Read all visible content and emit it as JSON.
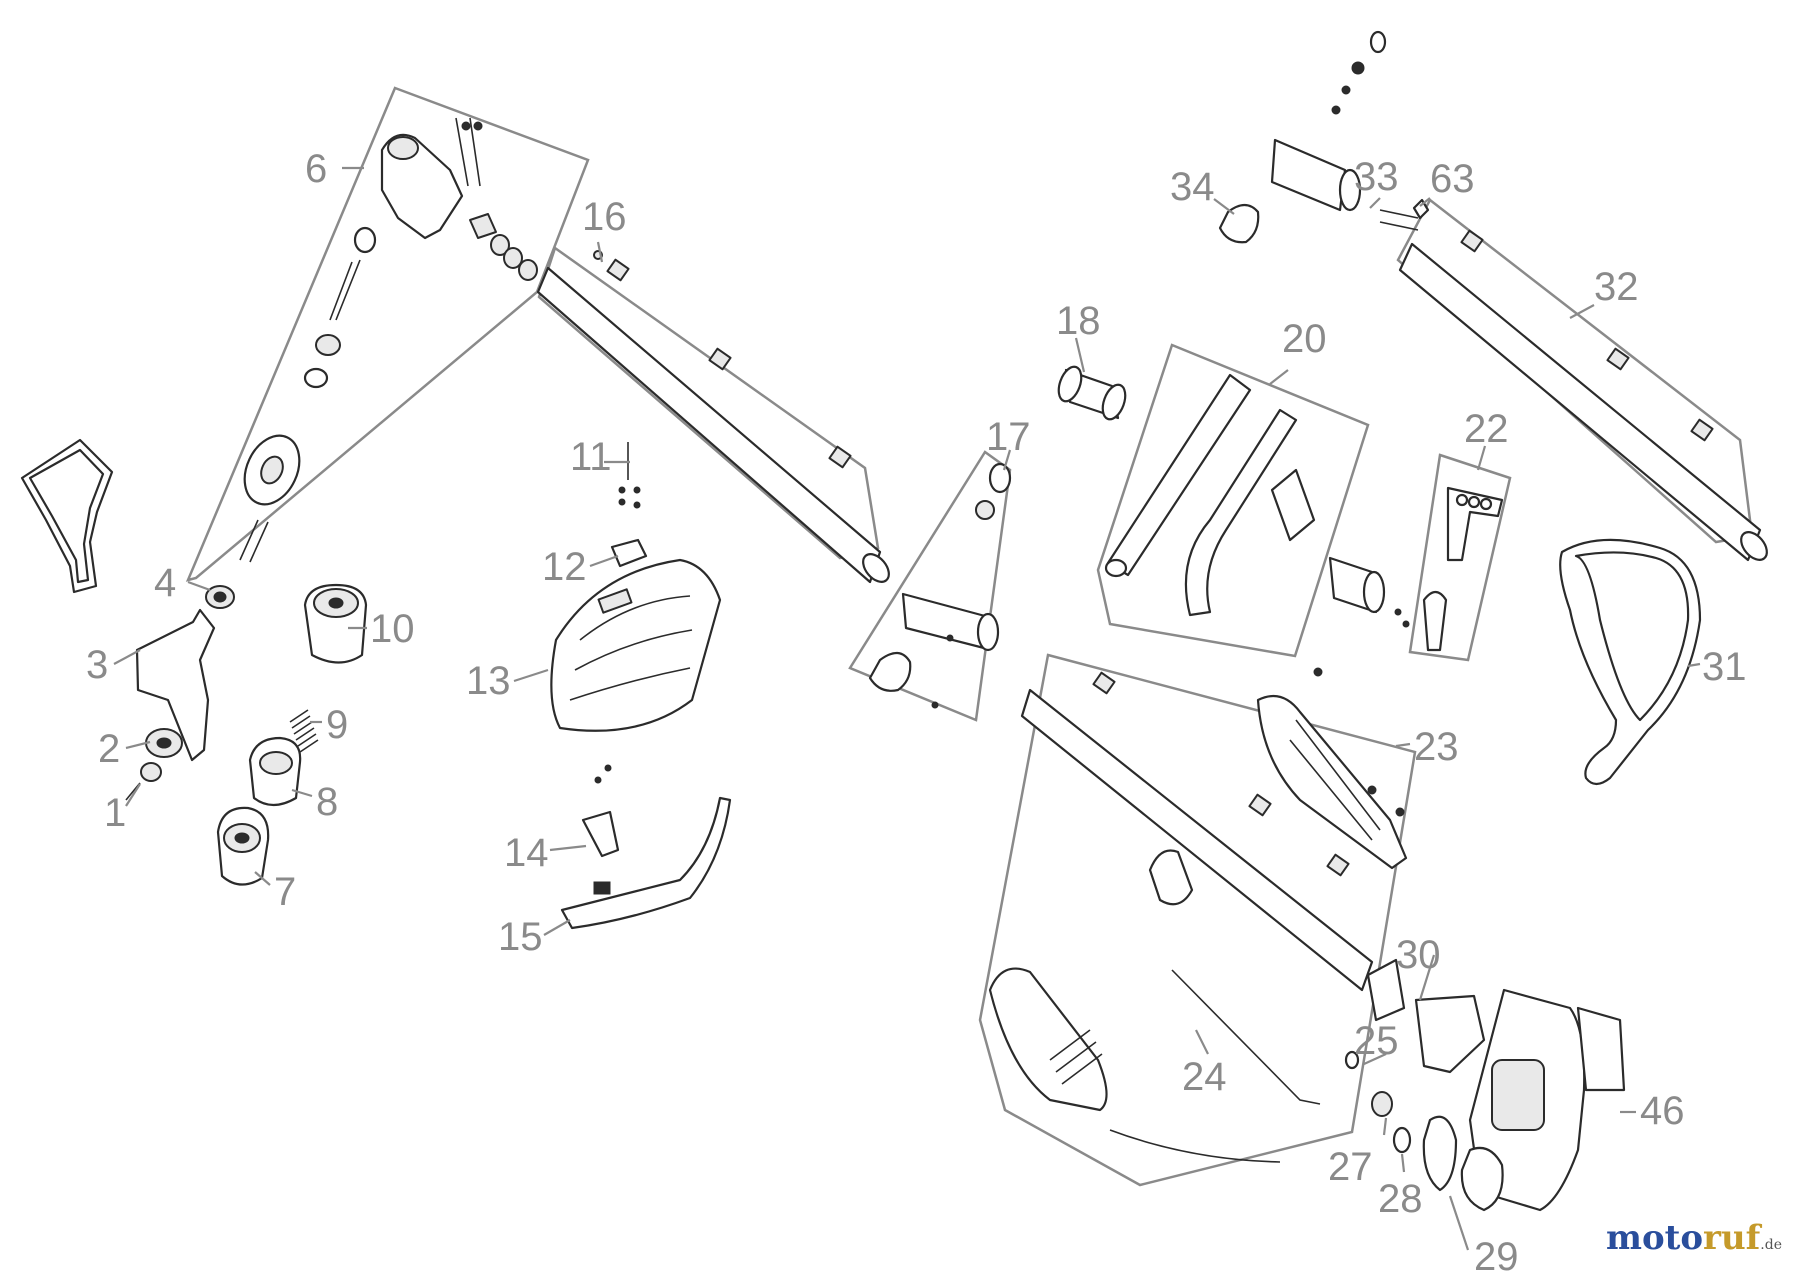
{
  "labels": {
    "p1": "1",
    "p2": "2",
    "p3": "3",
    "p4": "4",
    "p6": "6",
    "p7": "7",
    "p8": "8",
    "p9": "9",
    "p10": "10",
    "p11": "11",
    "p12": "12",
    "p13": "13",
    "p14": "14",
    "p15": "15",
    "p16": "16",
    "p17": "17",
    "p18": "18",
    "p20": "20",
    "p22": "22",
    "p23": "23",
    "p24": "24",
    "p25": "25",
    "p27": "27",
    "p28": "28",
    "p29": "29",
    "p30": "30",
    "p31": "31",
    "p32": "32",
    "p33": "33",
    "p34": "34",
    "p46": "46",
    "p63": "63"
  },
  "brand": {
    "name_a": "moto",
    "name_b": "ruf",
    "suffix": ".de"
  }
}
